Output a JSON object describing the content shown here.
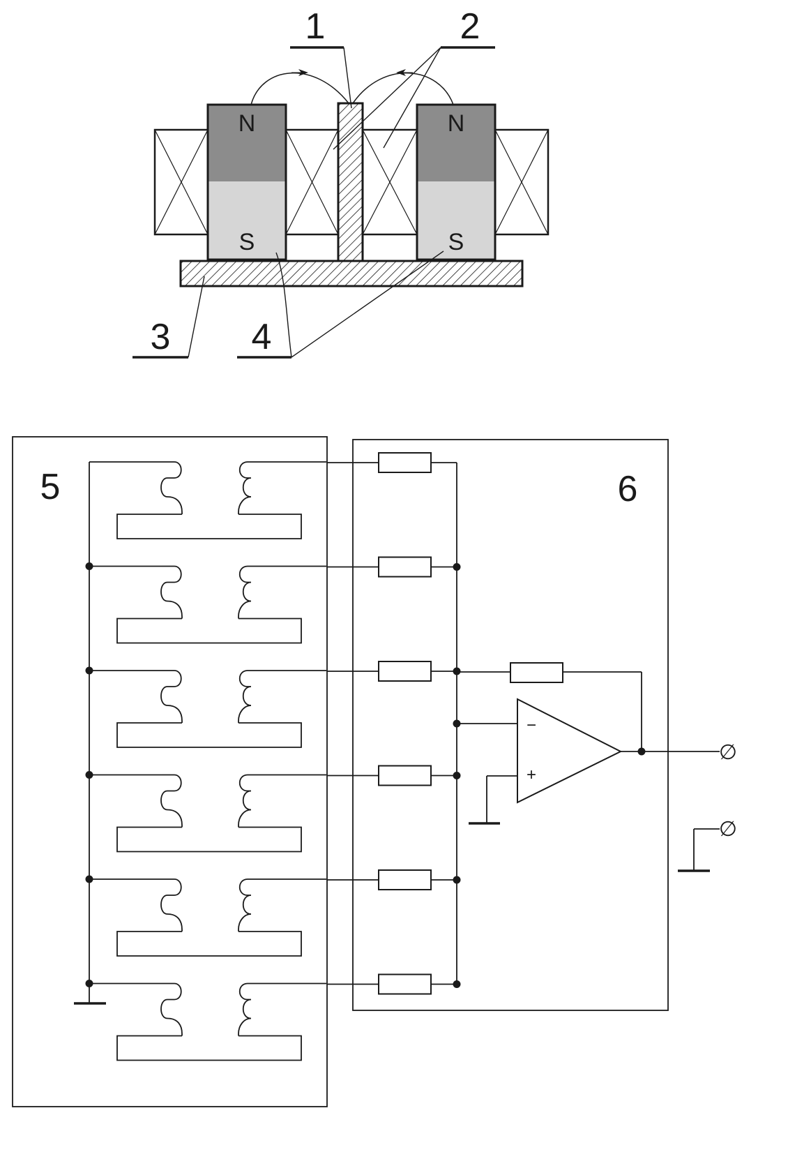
{
  "top_figure": {
    "callouts": {
      "c1": "1",
      "c2": "2",
      "c3": "3",
      "c4": "4"
    },
    "magnet_left": {
      "top_pole": "N",
      "bottom_pole": "S"
    },
    "magnet_right": {
      "top_pole": "N",
      "bottom_pole": "S"
    }
  },
  "bottom_figure": {
    "block5_label": "5",
    "block6_label": "6",
    "opamp": {
      "inverting": "−",
      "noninverting": "+"
    },
    "terminal_symbol": "∅",
    "coil_pair_count": 6
  },
  "colors": {
    "ink": "#1a1a1a",
    "north_fill": "#8c8c8c",
    "south_fill": "#d6d6d6"
  }
}
